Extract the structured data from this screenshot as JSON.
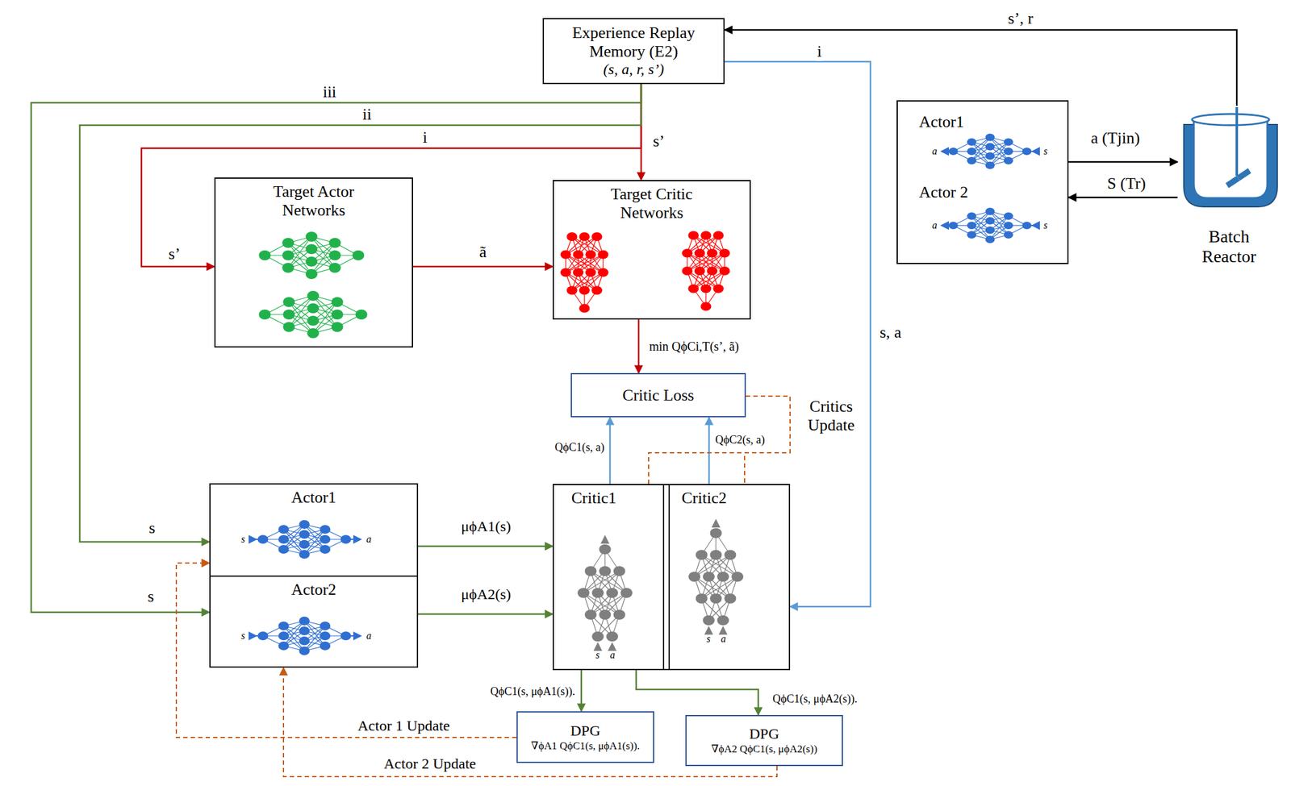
{
  "diagram": {
    "nodes": [
      {
        "text": [
          "Experience Replay Memory (E2)",
          "(s, a, r, s’)"
        ]
      },
      {
        "text": [
          "Target Actor Networks"
        ]
      },
      {
        "text": [
          "Target Critic Networks"
        ]
      },
      {
        "text": [
          "Actor1",
          "Actor 2"
        ]
      },
      {
        "text": [
          "Batch Reactor"
        ]
      },
      {
        "text": [
          "Critic Loss"
        ]
      },
      {
        "text": [
          "Actor1"
        ]
      },
      {
        "text": [
          "Actor2"
        ]
      },
      {
        "text": [
          "Critic1"
        ]
      },
      {
        "text": [
          "Critic2"
        ]
      },
      {
        "text": [
          "DPG",
          "∇ϕA1 QϕC1(s, μϕA1(s))."
        ]
      },
      {
        "text": [
          "DPG",
          "∇ϕA2 QϕC1(s, μϕA2(s))"
        ]
      }
    ],
    "edges": [
      {
        "from": 0,
        "to": 2,
        "label": "s’",
        "arrow": "to"
      },
      {
        "from": 0,
        "to": 1,
        "label": "i",
        "arrow": "to"
      },
      {
        "from": 0,
        "to": 6,
        "label": "ii",
        "arrow": "to"
      },
      {
        "from": 0,
        "to": 7,
        "label": "iii",
        "arrow": "to"
      },
      {
        "from": 0,
        "to": 9,
        "label": "s, a",
        "arrow": "to"
      },
      {
        "from": 1,
        "to": 2,
        "label": "ã",
        "arrow": "to"
      },
      {
        "from": 2,
        "to": 5,
        "label": "min QϕCi,T(s’, ã)",
        "arrow": "to"
      },
      {
        "from": 8,
        "to": 5,
        "label": "QϕC1(s, a)",
        "arrow": "to"
      },
      {
        "from": 9,
        "to": 5,
        "label": "QϕC2(s, a)",
        "arrow": "to"
      },
      {
        "from": 5,
        "to": 8,
        "arrow": "none"
      },
      {
        "from": 5,
        "to": 9,
        "label": "Critics Update",
        "arrow": "none"
      },
      {
        "from": 6,
        "to": 8,
        "label": "μϕA1(s)",
        "arrow": "to"
      },
      {
        "from": 7,
        "to": 8,
        "label": "μϕA2(s)",
        "arrow": "to"
      },
      {
        "from": 8,
        "to": 10,
        "label": "QϕC1(s, μϕA1(s)).",
        "arrow": "to"
      },
      {
        "from": 8,
        "to": 11,
        "label": "QϕC1(s, μϕA2(s)).",
        "arrow": "to"
      },
      {
        "from": 10,
        "to": 6,
        "label": "Actor 1 Update",
        "arrow": "to"
      },
      {
        "from": 11,
        "to": 7,
        "label": "Actor 2 Update",
        "arrow": "to"
      },
      {
        "from": 3,
        "to": 4,
        "label": "a (Tjin)",
        "arrow": "to"
      },
      {
        "from": 4,
        "to": 3,
        "label": "S (Tr)",
        "arrow": "to"
      },
      {
        "from": 4,
        "to": 0,
        "label": "s’, r",
        "arrow": "to"
      }
    ],
    "labels": [
      "s’",
      "s",
      "s",
      "i",
      "a",
      "s",
      "a",
      "s",
      "s",
      "a",
      "s",
      "a",
      "s",
      "a",
      "s",
      "a"
    ]
  }
}
